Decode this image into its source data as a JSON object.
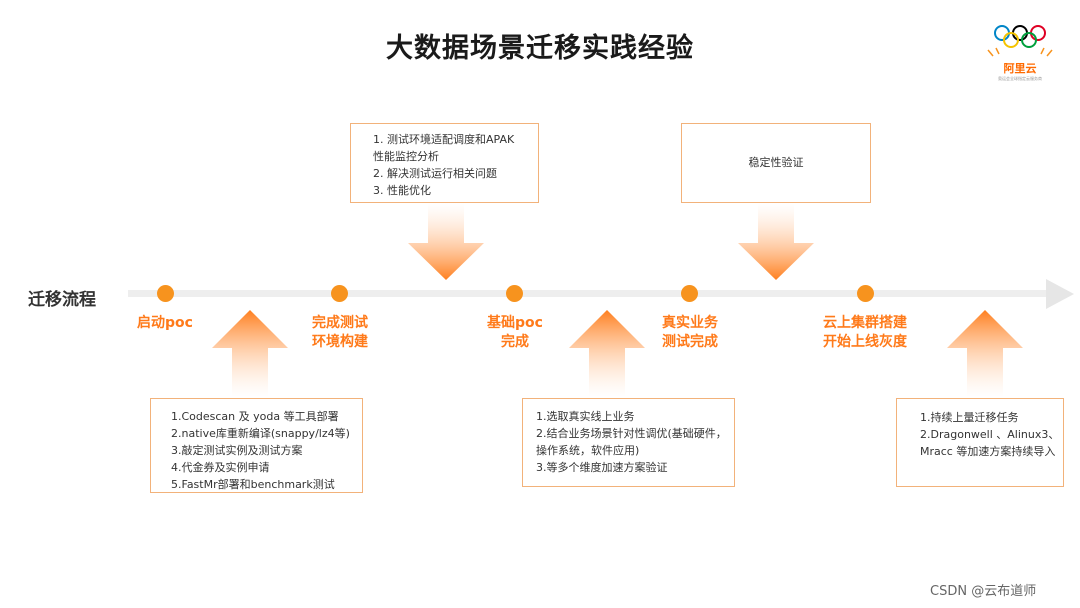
{
  "title": "大数据场景迁移实践经验",
  "logo": {
    "text": "阿里云",
    "sub": "奥运会全球指定云服务商"
  },
  "flow_label": "迁移流程",
  "colors": {
    "accent": "#f7931e",
    "milestone_text": "#ff7a1a",
    "box_border": "#f2b27a",
    "timeline": "#eeeeee"
  },
  "milestones": [
    {
      "line1": "启动poc",
      "line2": ""
    },
    {
      "line1": "完成测试",
      "line2": "环境构建"
    },
    {
      "line1": "基础poc",
      "line2": "完成"
    },
    {
      "line1": "真实业务",
      "line2": "测试完成"
    },
    {
      "line1": "云上集群搭建",
      "line2": "开始上线灰度"
    }
  ],
  "top_boxes": [
    {
      "lines": [
        "1. 测试环境适配调度和APAK",
        "性能监控分析",
        "2. 解决测试运行相关问题",
        "3. 性能优化"
      ]
    },
    {
      "lines": [
        "稳定性验证"
      ]
    }
  ],
  "bottom_boxes": [
    {
      "lines": [
        "1.Codescan 及 yoda 等工具部署",
        "2.native库重新编译(snappy/lz4等)",
        "3.敲定测试实例及测试方案",
        "4.代金券及实例申请",
        "5.FastMr部署和benchmark测试"
      ]
    },
    {
      "lines": [
        "1.选取真实线上业务",
        "2.结合业务场景针对性调优(基础硬件，",
        "操作系统，软件应用)",
        "3.等多个维度加速方案验证"
      ]
    },
    {
      "lines": [
        "1.持续上量迁移任务",
        "2.Dragonwell 、Alinux3、",
        "Mracc 等加速方案持续导入"
      ]
    }
  ],
  "watermark": "CSDN @云布道师"
}
